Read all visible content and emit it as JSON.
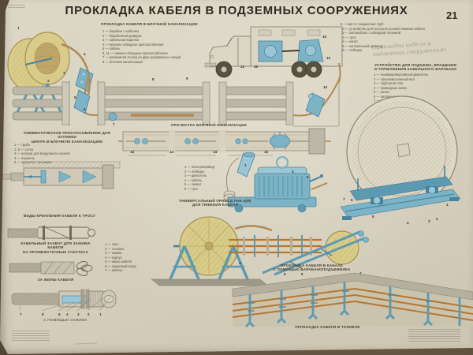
{
  "poster": {
    "page_number": "21",
    "title": "ПРОКЛАДКА КАБЕЛЯ В ПОДЗЕМНЫХ СООРУЖЕНИЯХ",
    "handwriting_line1": "Прокладка кабеля в",
    "handwriting_line2": "подземных сооружениях"
  },
  "colors": {
    "paper": "#d8d2bf",
    "equipment_blue": "#7cb3c6",
    "drum_yellow": "#d9cc8a",
    "cable_tan": "#b08a52",
    "ink": "#2f2b24"
  },
  "sections": {
    "block": {
      "title": "ПРОКЛАДКА КАБЕЛЯ В БЛОЧНОЙ КАНАЛИЗАЦИИ",
      "legend_left": [
        "1 — барабан с кабелем",
        "2 — барабанный домкрат",
        "3 — кабельная воронка",
        "4 — верхнее обводное приспособление",
        "5 — кабель",
        "6, 11 — нижнее обводное приспособление",
        "7 — разжимная втулка из двух раздвижных секций",
        "8 — блочная канализация"
      ],
      "legend_right": [
        "9 — место соединения труб",
        "10 — устройство для контроля усилий тяжения кабеля",
        "12 — автомобиль с обводной техникой",
        "13 — трос",
        "14 — канат",
        "15 — контрольный цилиндр",
        "16 — лебёдка"
      ]
    },
    "cleaning": {
      "title": "ПРОЧИСТКА БЛОЧНОЙ КАНАЛИЗАЦИИ"
    },
    "pneumatic": {
      "title_line1": "ПНЕВМАТИЧЕСКОЕ ПРИСПОСОБЛЕНИЕ ДЛЯ ЗАТЯЖКИ",
      "title_line2": "ШНУРА В БЛОЧНУЮ КАНАЛИЗАЦИЮ",
      "legend": [
        "1 — труба",
        "2, 8 — сетка",
        "3 — штуцер для воздушного шланга",
        "4 — поршень",
        "5 — катушка с тросиком"
      ]
    },
    "drum_device": {
      "title_line1": "УСТРОЙСТВО ДЛЯ ПОДЪЕМА, ВРАЩЕНИЯ",
      "title_line2": "И ТОРМОЖЕНИЯ КАБЕЛЬНОГО БАРАБАНА",
      "legend": [
        "1 — пневмореверсивный двигатель",
        "2 — трансмиссионный вал",
        "3 — трубчатая тяга",
        "4 — приводные катки",
        "5 — шины",
        "6 — натяжные катки",
        "7 — грузовые винты"
      ]
    },
    "universal_drive": {
      "caption_line1": "УНИВЕРСАЛЬНЫЙ ПРИВОД ПНК-4(М)",
      "caption_line2": "ДЛЯ ТЯЖЕНИЯ КАБЕЛЯ",
      "legend": [
        "1 — электропривод",
        "2 — лебёдка",
        "3 — двигатель",
        "4 — кабель",
        "5 — захват",
        "6 — трос"
      ]
    },
    "grips": {
      "title1": "ВИДЫ КРЕПЛЕНИЯ КАБЕЛЯ К ТРОСУ",
      "title2_line1": "КАБЕЛЬНЫЙ ЗАХВАТ ДЛЯ ЗАЖИМА КАБЕЛЯ",
      "title2_line2": "НА ПРОМЕЖУТОЧНЫХ УЧАСТКАХ",
      "caption_loops": "ЗА ЖИЛЫ КАБЕЛЯ",
      "caption_section": "С ПОМОЩЬЮ ЗАЖИМА",
      "legend": [
        "1 — трос",
        "2 — головка",
        "3 — зажим",
        "4 — корпус",
        "5 — жилы кабеля",
        "6 — защитный конус",
        "7 — кабель"
      ]
    },
    "canal": {
      "caption_line1": "ПРОКЛАДКА КАБЕЛЯ В КАНАЛЕ",
      "caption_line2": "С ПОМОЩЬЮ БАРАБАНОПОДЪЕМНИКА"
    },
    "tunnel": {
      "caption": "ПРОКЛАДКА КАБЕЛЯ В ТОННЕЛЕ"
    }
  },
  "callouts": {
    "drum_left": [
      "1",
      "2",
      "3",
      "4",
      "5",
      "6"
    ],
    "band": [
      "7",
      "8",
      "9",
      "10"
    ],
    "truck": [
      "12",
      "16",
      "10",
      "13"
    ],
    "cleaning": [
      "14",
      "14",
      "14",
      "15"
    ],
    "drum_device": [
      "7",
      "6",
      "5",
      "4",
      "3",
      "2",
      "1"
    ],
    "universal_drive": [
      "1",
      "3",
      "5"
    ],
    "section": [
      "7",
      "6",
      "5",
      "4",
      "3",
      "2",
      "1"
    ],
    "canal": [
      "3"
    ],
    "tunnel": [
      "5",
      "6",
      "7"
    ]
  }
}
